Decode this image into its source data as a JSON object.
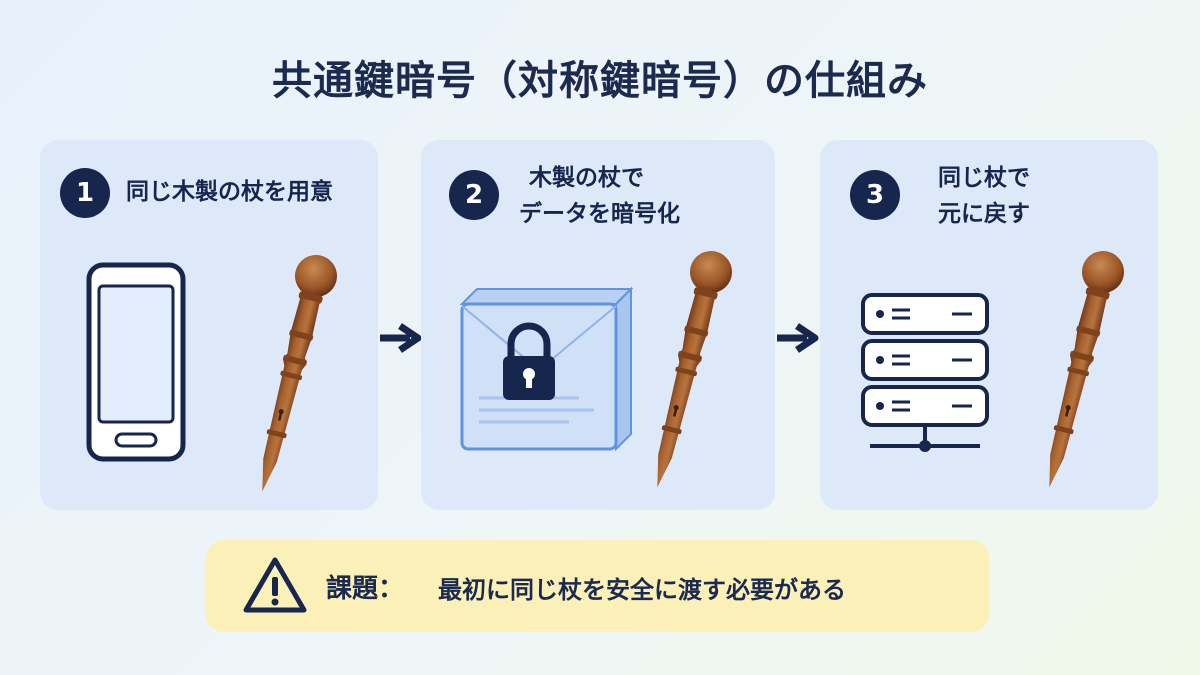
{
  "title": "共通鍵暗号（対称鍵暗号）の仕組み",
  "steps": [
    {
      "number": "1",
      "label_line1": "同じ木製の杖を用意",
      "label_line2": ""
    },
    {
      "number": "2",
      "label_line1": "木製の杖で",
      "label_line2": "データを暗号化"
    },
    {
      "number": "3",
      "label_line1": "同じ杖で",
      "label_line2": "元に戻す"
    }
  ],
  "warning": {
    "heading": "課題：",
    "text": "最初に同じ杖を安全に渡す必要がある"
  },
  "colors": {
    "navy": "#16264d",
    "panel": "#dde9f8",
    "wood": "#8b4a22",
    "envelope": "#cfe0f7",
    "warning_bg": "#fbf0b8"
  },
  "icons": [
    "smartphone-icon",
    "wooden-staff-icon",
    "right-arrow-icon",
    "locked-envelope-icon",
    "server-rack-icon",
    "warning-triangle-icon"
  ]
}
